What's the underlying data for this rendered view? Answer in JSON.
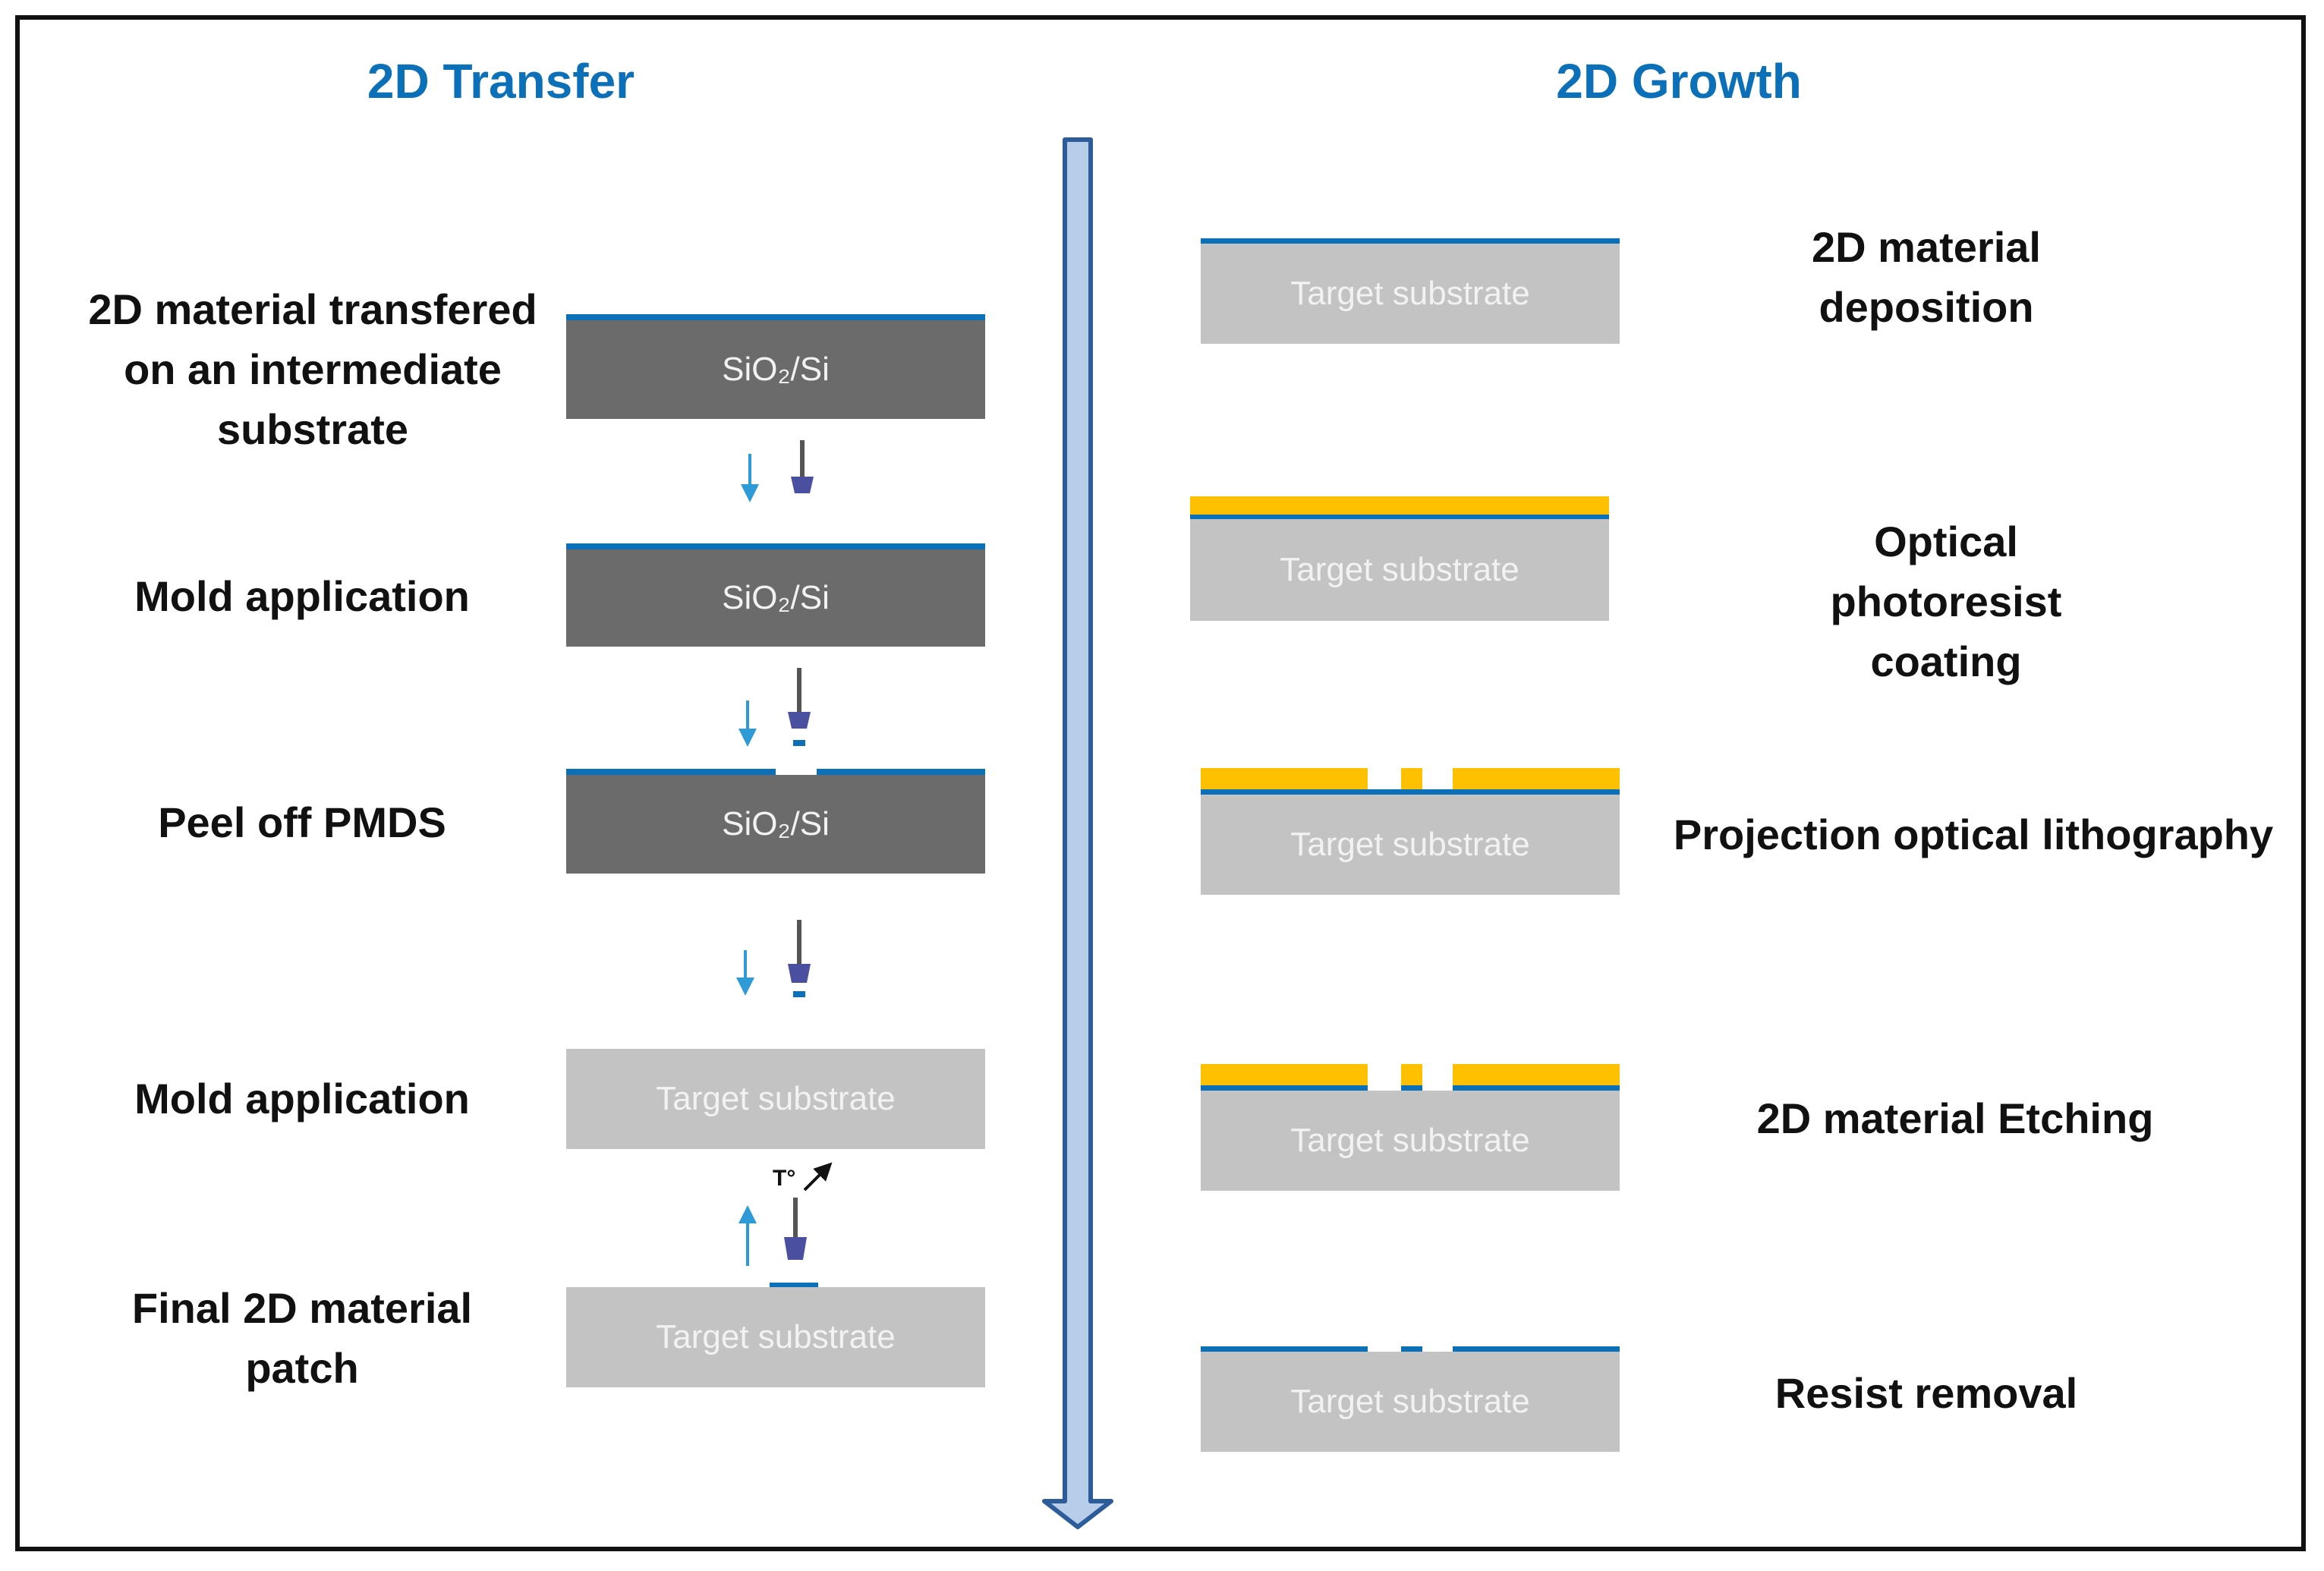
{
  "left": {
    "title": "2D Transfer",
    "steps": [
      {
        "label": "2D material transfered\non an intermediate\nsubstrate",
        "substrate": "SiO₂/Si"
      },
      {
        "label": "Mold application",
        "substrate": "SiO₂/Si"
      },
      {
        "label": "Peel off PMDS",
        "substrate": "SiO₂/Si"
      },
      {
        "label": "Mold application",
        "substrate": "Target substrate"
      },
      {
        "label": "Final 2D material\npatch",
        "substrate": "Target substrate"
      }
    ],
    "temperature_label": "T°"
  },
  "right": {
    "title": "2D Growth",
    "steps": [
      {
        "label": "2D material\ndeposition",
        "substrate": "Target substrate"
      },
      {
        "label": "Optical photoresist\ncoating",
        "substrate": "Target substrate"
      },
      {
        "label": "Projection optical lithography",
        "substrate": "Target substrate"
      },
      {
        "label": "2D material Etching",
        "substrate": "Target substrate"
      },
      {
        "label": "Resist removal",
        "substrate": "Target substrate"
      }
    ]
  },
  "colors": {
    "title": "#0b70b8",
    "material_2d": "#0b70b8",
    "photoresist": "#ffc000",
    "sio2_si": "#6b6b6b",
    "target_substrate": "#c3c3c3",
    "process_arrow": "#b8cdea"
  }
}
